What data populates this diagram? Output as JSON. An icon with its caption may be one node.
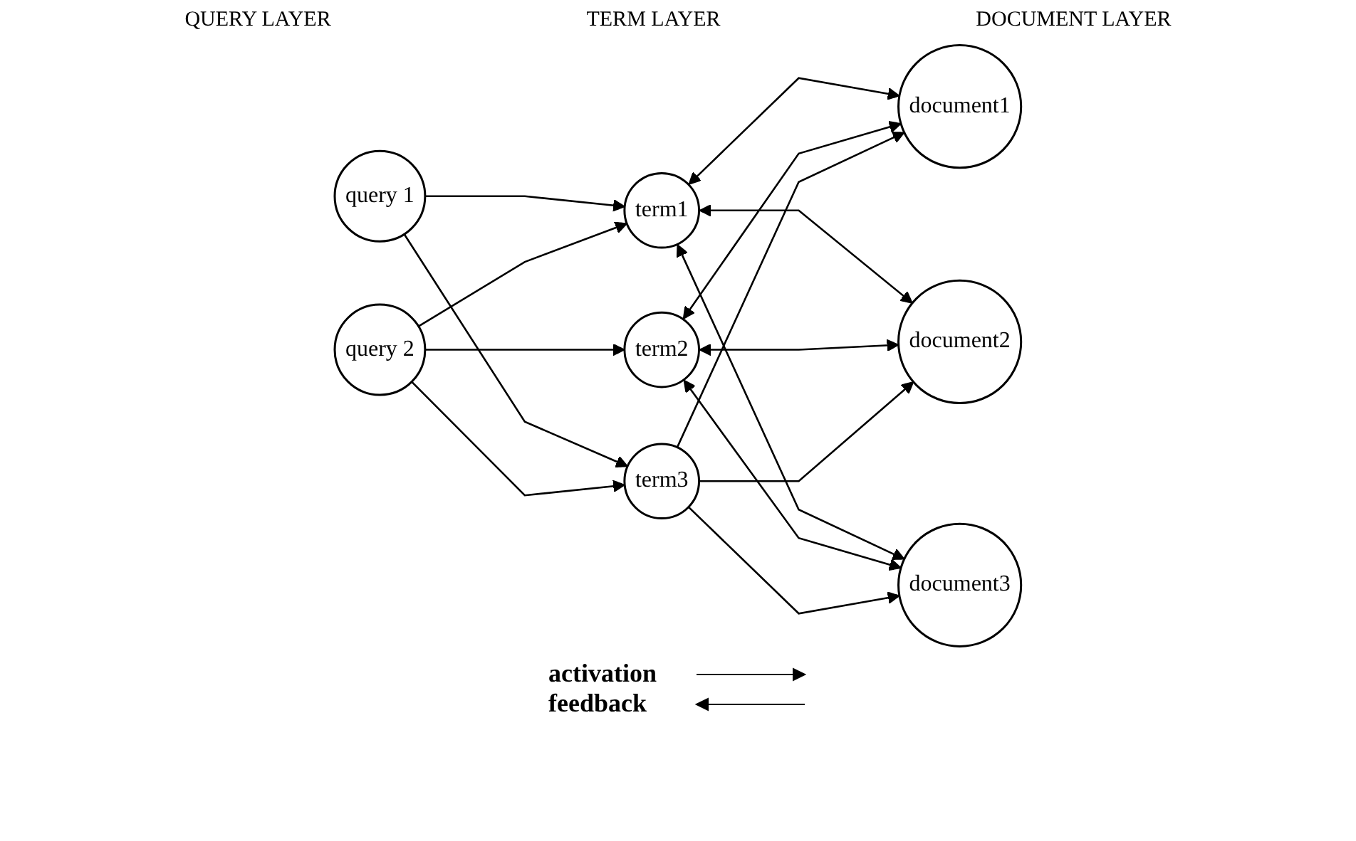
{
  "diagram": {
    "nodes": [
      {
        "text": [
          "query 1"
        ]
      },
      {
        "text": [
          "query 2"
        ]
      },
      {
        "text": [
          "term1"
        ]
      },
      {
        "text": [
          "term2"
        ]
      },
      {
        "text": [
          "term3"
        ]
      },
      {
        "text": [
          "document1"
        ]
      },
      {
        "text": [
          "document2"
        ]
      },
      {
        "text": [
          "document3"
        ]
      }
    ],
    "edges": [
      {
        "from": 0,
        "to": 2,
        "arrow": "to"
      },
      {
        "from": 0,
        "to": 4,
        "arrow": "to"
      },
      {
        "from": 1,
        "to": 2,
        "arrow": "to"
      },
      {
        "from": 1,
        "to": 3,
        "arrow": "to"
      },
      {
        "from": 1,
        "to": 4,
        "arrow": "to"
      },
      {
        "from": 2,
        "to": 5,
        "arrow": "both"
      },
      {
        "from": 2,
        "to": 6,
        "arrow": "both"
      },
      {
        "from": 2,
        "to": 7,
        "arrow": "both"
      },
      {
        "from": 3,
        "to": 5,
        "arrow": "both"
      },
      {
        "from": 3,
        "to": 6,
        "arrow": "both"
      },
      {
        "from": 3,
        "to": 7,
        "arrow": "both"
      },
      {
        "from": 4,
        "to": 5,
        "arrow": "to"
      },
      {
        "from": 4,
        "to": 6,
        "arrow": "to"
      },
      {
        "from": 4,
        "to": 7,
        "arrow": "to"
      }
    ],
    "labels": [
      "QUERY LAYER",
      "TERM LAYER",
      "DOCUMENT LAYER"
    ],
    "legend": [
      {
        "text": "activation"
      },
      {
        "text": "feedback"
      }
    ]
  }
}
